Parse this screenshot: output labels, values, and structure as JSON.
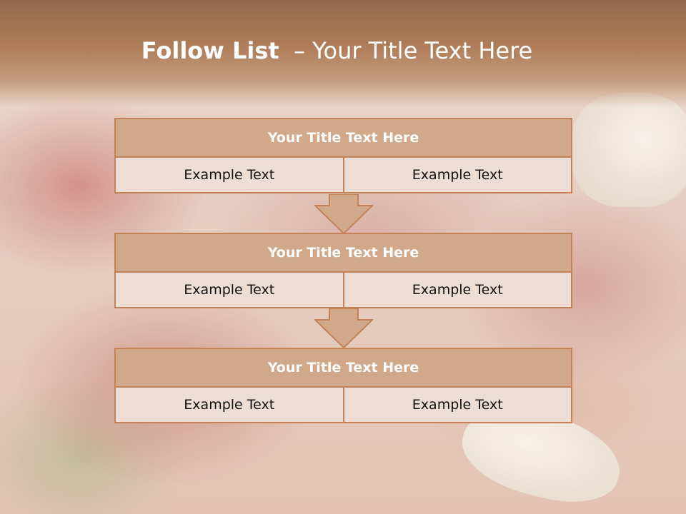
{
  "slide": {
    "title_bold": "Follow List",
    "title_rest": "  – Your Title Text Here"
  },
  "blocks": [
    {
      "title": "Your Title Text Here",
      "left": "Example Text",
      "right": "Example Text"
    },
    {
      "title": "Your Title Text Here",
      "left": "Example Text",
      "right": "Example Text"
    },
    {
      "title": "Your Title Text Here",
      "left": "Example Text",
      "right": "Example Text"
    }
  ],
  "colors": {
    "header": "#b07e5a",
    "block_title_fill": "#d2a88b",
    "border": "#c3825a",
    "cell_fill": "#eeddd4"
  }
}
